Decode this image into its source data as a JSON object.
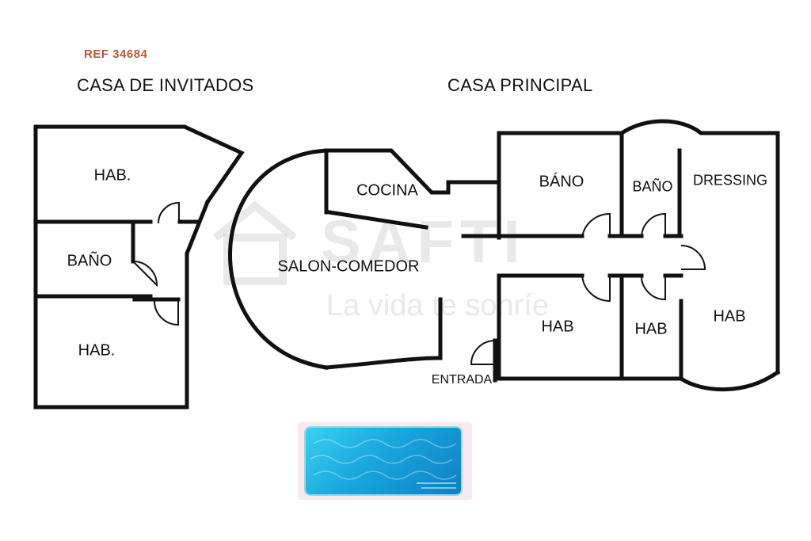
{
  "ref": "REF 34684",
  "guest_house": {
    "title": "CASA DE INVITADOS",
    "rooms": {
      "hab_top": "HAB.",
      "bano": "BAÑO",
      "hab_bottom": "HAB."
    }
  },
  "main_house": {
    "title": "CASA PRINCIPAL",
    "rooms": {
      "cocina": "COCINA",
      "salon": "SALON-COMEDOR",
      "bano_left": "BÁNO",
      "bano_right": "BAÑO",
      "dressing": "DRESSING",
      "hab_a": "HAB",
      "hab_b": "HAB",
      "hab_c": "HAB",
      "entrada": "ENTRADA"
    }
  },
  "watermark": {
    "brand": "SAFTI",
    "slogan": "La vida te sonríe"
  },
  "colors": {
    "wall": "#111111",
    "ref": "#b85a3c",
    "pool": "#19a6dd"
  }
}
